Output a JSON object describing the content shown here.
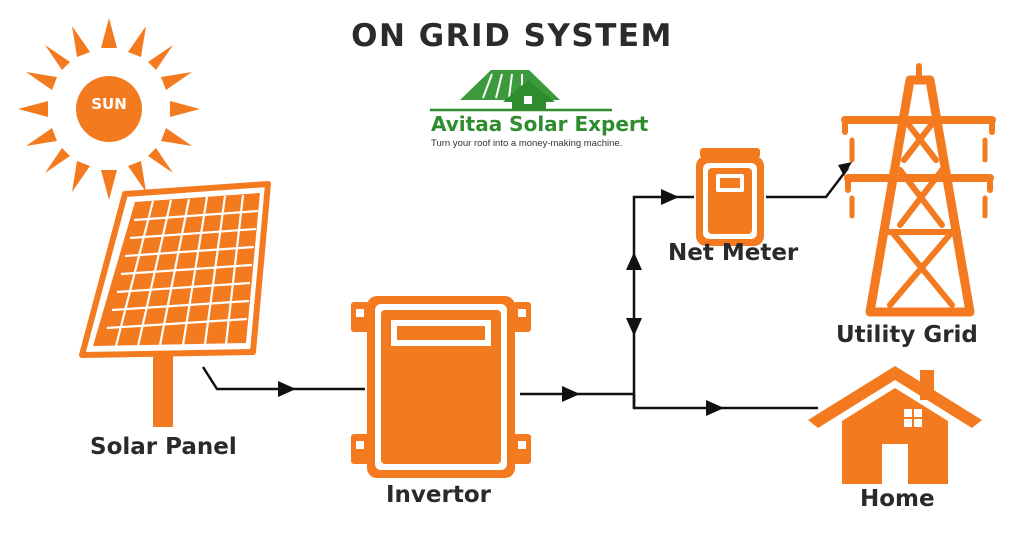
{
  "diagram": {
    "title": "ON GRID SYSTEM",
    "logo": {
      "name": "Avitaa Solar Expert",
      "tagline": "Turn your roof into a money-making machine."
    },
    "nodes": {
      "sun": "SUN",
      "solar_panel": "Solar Panel",
      "inverter": "Invertor",
      "net_meter": "Net Meter",
      "utility_grid": "Utility Grid",
      "home": "Home"
    },
    "edges": [
      {
        "from": "solar_panel",
        "to": "inverter"
      },
      {
        "from": "inverter",
        "to": "junction"
      },
      {
        "from": "junction",
        "to": "net_meter",
        "bidirectional": true
      },
      {
        "from": "net_meter",
        "to": "utility_grid"
      },
      {
        "from": "junction",
        "to": "home"
      }
    ]
  },
  "colors": {
    "accent": "#f47a20",
    "logo_green": "#2e8b2e",
    "line": "#111111",
    "text": "#2a2a2a"
  }
}
